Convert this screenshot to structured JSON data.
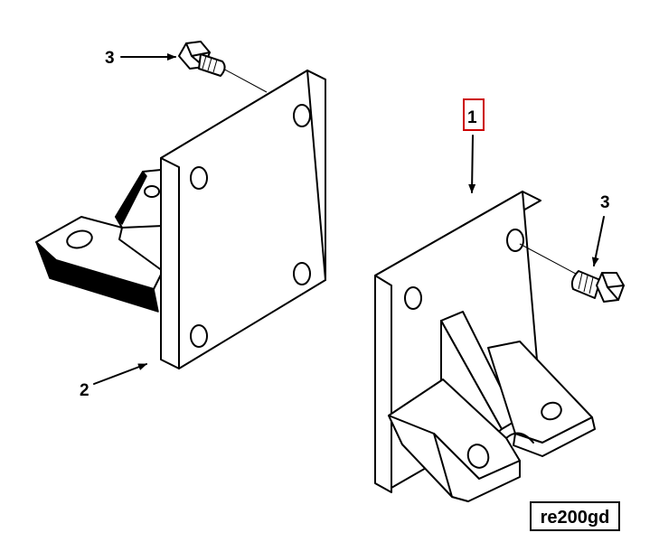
{
  "callouts": {
    "item1": "1",
    "item2": "2",
    "item3_left": "3",
    "item3_right": "3"
  },
  "reference_code": "re200gd",
  "colors": {
    "ink": "#000000",
    "highlight_box": "#cc0000",
    "background": "#ffffff"
  }
}
